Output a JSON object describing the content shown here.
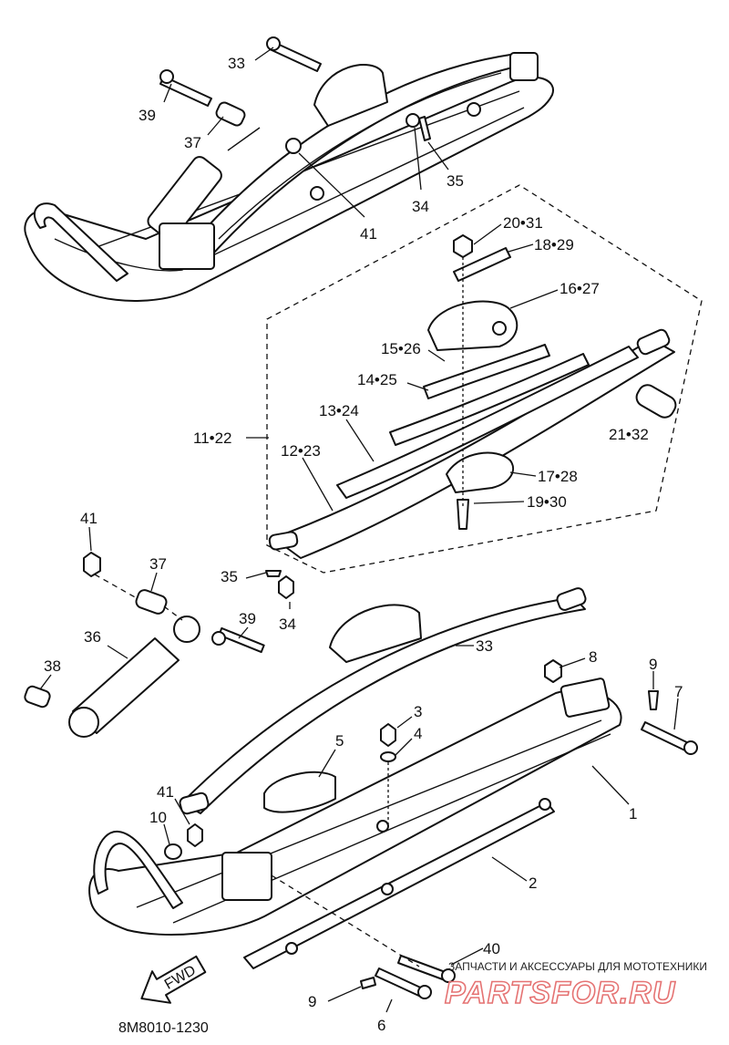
{
  "callouts": {
    "top": [
      "33",
      "39",
      "37",
      "35",
      "34",
      "41"
    ],
    "leaf": [
      "20•31",
      "18•29",
      "16•27",
      "15•26",
      "14•25",
      "13•24",
      "11•22",
      "12•23",
      "21•32",
      "17•28",
      "19•30"
    ],
    "bottom_left": [
      "41",
      "37",
      "35",
      "34",
      "39",
      "36",
      "38"
    ],
    "bottom": [
      "33",
      "8",
      "9",
      "7",
      "3",
      "4",
      "5",
      "1",
      "41",
      "10",
      "2",
      "40",
      "9",
      "6"
    ]
  },
  "fwd_label": "FWD",
  "diagram_code": "8M8010-1230",
  "watermark": {
    "tagline": "ЗАПЧАСТИ И АКСЕССУАРЫ ДЛЯ МОТОТЕХНИКИ",
    "brand": "PARTSFOR.RU"
  }
}
